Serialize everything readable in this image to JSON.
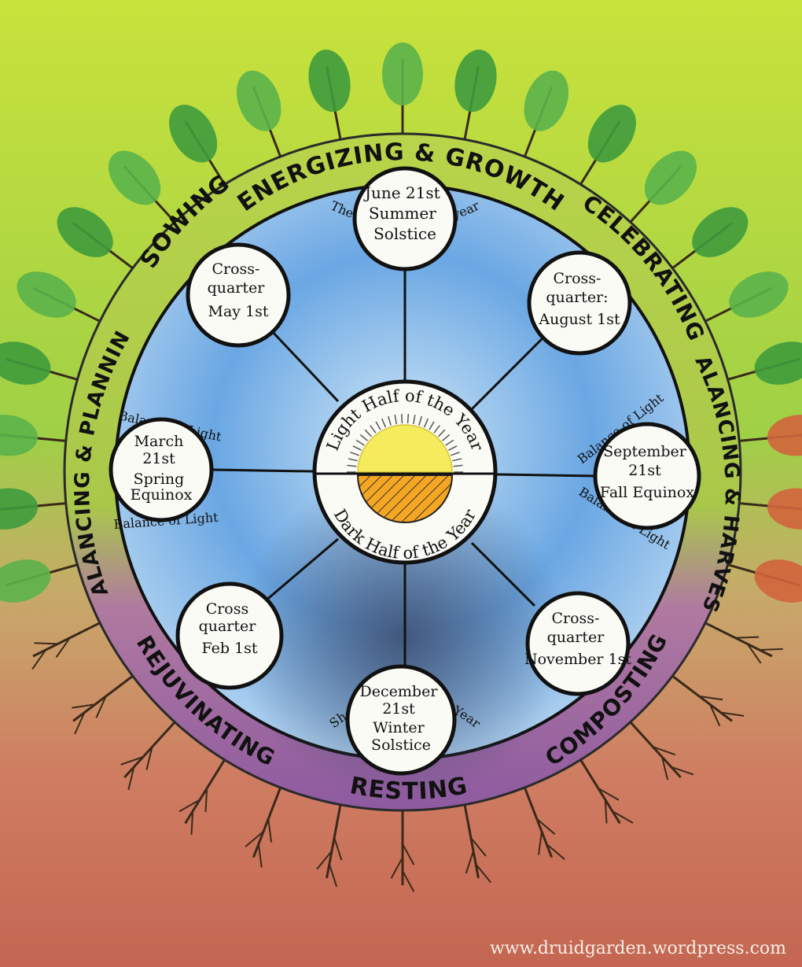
{
  "colors": {
    "grass_top": "#c8e23a",
    "grass_mid": "#8cc63f",
    "earth_bottom": "#c9705a",
    "sky_light": "#cfe6f6",
    "sky_blue": "#5f9fe0",
    "sky_dark": "#4a5a7c",
    "ring_green": "#b7d24a",
    "ring_purple": "#9a6aa6",
    "sun_yellow": "#f4ec5c",
    "sun_orange": "#f5a623"
  },
  "ring_labels": {
    "top": "ENERGIZING & GROWTH",
    "top_left": "SOWING",
    "top_right": "CELEBRATING",
    "left": "BALANCING & PLANNING",
    "right": "BALANCING & HARVEST",
    "bottom_left": "REJUVINATING",
    "bottom": "RESTING",
    "bottom_right": "COMPOSTING"
  },
  "center": {
    "top_text": "Light Half of the Year",
    "bottom_text": "Dark Half of the Year"
  },
  "nodes": [
    {
      "id": "june",
      "lines": [
        "June 21st",
        "Summer",
        "Solstice"
      ]
    },
    {
      "id": "aug",
      "lines": [
        "Cross-",
        "quarter:",
        "August 1st"
      ]
    },
    {
      "id": "sep",
      "lines": [
        "September",
        "21st",
        "Fall Equinox"
      ]
    },
    {
      "id": "nov",
      "lines": [
        "Cross-",
        "quarter",
        "November 1st"
      ]
    },
    {
      "id": "dec",
      "lines": [
        "December",
        "21st",
        "Winter",
        "Solstice"
      ]
    },
    {
      "id": "feb",
      "lines": [
        "Cross",
        "quarter",
        "Feb 1st"
      ]
    },
    {
      "id": "mar",
      "lines": [
        "March",
        "21st",
        "Spring",
        "Equinox"
      ]
    },
    {
      "id": "may",
      "lines": [
        "Cross-",
        "quarter",
        "May 1st"
      ]
    }
  ],
  "annotations": {
    "longest": "The Longest Day of year",
    "shortest": "Shortest day of the Year",
    "balance_left_top": "Balance of Light",
    "balance_left_bottom": "Balance of Light",
    "balance_right_top": "Balance of Light",
    "balance_right_bottom": "Balance of Light"
  },
  "credit": "www.druidgarden.wordpress.com"
}
